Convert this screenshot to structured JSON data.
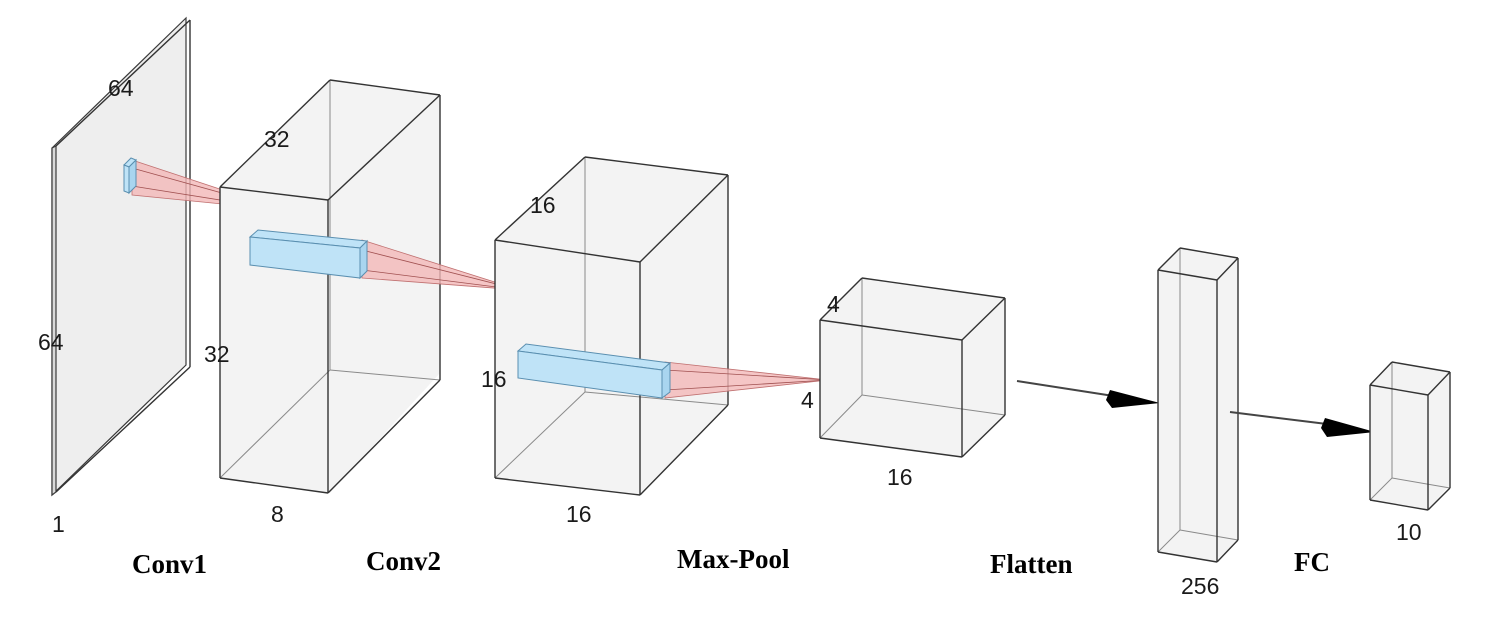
{
  "layers": [
    {
      "id": "conv1",
      "caption": "Conv1",
      "dims": [
        "64",
        "64",
        "1"
      ]
    },
    {
      "id": "conv2",
      "caption": "Conv2",
      "dims": [
        "32",
        "32",
        "8"
      ]
    },
    {
      "id": "maxpool",
      "caption": "Max-Pool",
      "dims": [
        "16",
        "16",
        "16"
      ]
    },
    {
      "id": "flatten",
      "caption": "Flatten",
      "dims": [
        "4",
        "4",
        "16"
      ]
    },
    {
      "id": "fc",
      "caption": "FC",
      "dims": [
        "256"
      ]
    },
    {
      "id": "output",
      "caption": "",
      "dims": [
        "10"
      ]
    }
  ],
  "colors": {
    "block_fill": "#f3f3f3",
    "kernel_blue": "#bfe3f7",
    "projection_pink": "#f2b8b8",
    "arrow": "#000000"
  }
}
